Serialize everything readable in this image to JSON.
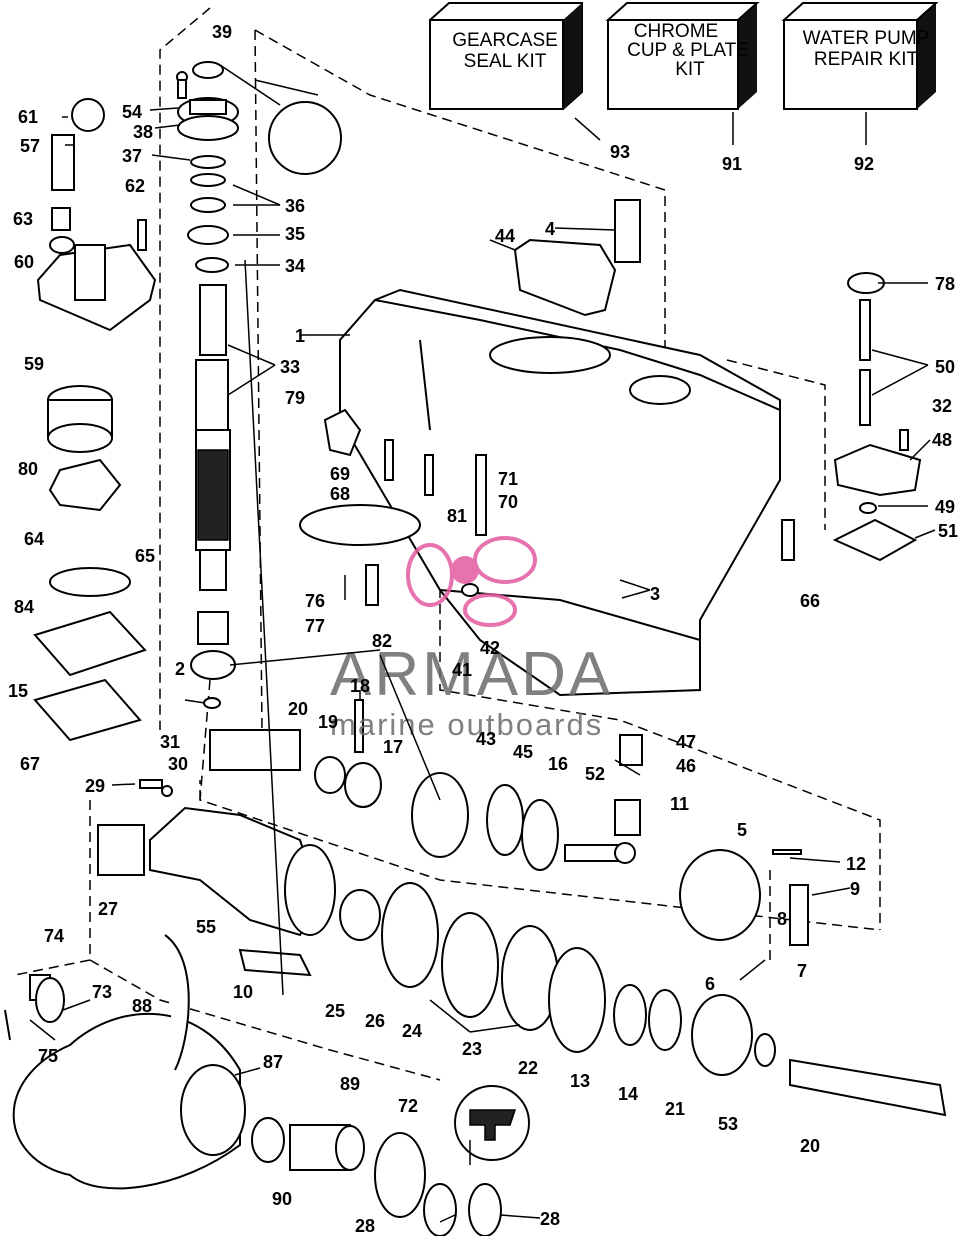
{
  "kits": [
    {
      "id": "93",
      "lines": [
        "GEARCASE",
        "SEAL KIT"
      ]
    },
    {
      "id": "91",
      "lines": [
        "CHROME",
        "CUP & PLATE",
        "KIT"
      ]
    },
    {
      "id": "92",
      "lines": [
        "WATER PUMP",
        "REPAIR KIT"
      ]
    }
  ],
  "watermark": {
    "brand": "ARMADA",
    "tagline": "marine outboards",
    "color": "#e25aa0"
  },
  "callouts": [
    "39",
    "61",
    "54",
    "57",
    "38",
    "37",
    "62",
    "36",
    "35",
    "63",
    "60",
    "34",
    "33",
    "59",
    "79",
    "80",
    "69",
    "68",
    "64",
    "65",
    "81",
    "71",
    "70",
    "76",
    "84",
    "77",
    "2",
    "82",
    "15",
    "18",
    "31",
    "20",
    "19",
    "17",
    "67",
    "29",
    "30",
    "27",
    "43",
    "45",
    "16",
    "52",
    "11",
    "5",
    "12",
    "9",
    "8",
    "6",
    "7",
    "55",
    "74",
    "73",
    "10",
    "25",
    "26",
    "24",
    "23",
    "22",
    "13",
    "14",
    "21",
    "53",
    "88",
    "75",
    "87",
    "89",
    "72",
    "90",
    "28",
    "44",
    "4",
    "1",
    "78",
    "50",
    "32",
    "48",
    "49",
    "51",
    "66",
    "3",
    "42",
    "41",
    "47",
    "46"
  ]
}
